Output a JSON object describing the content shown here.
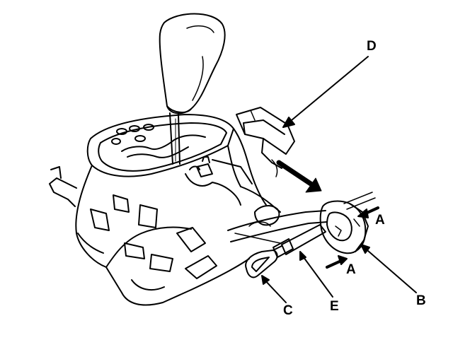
{
  "labels": {
    "d": "D",
    "a_upper": "A",
    "a_lower": "A",
    "b": "B",
    "c": "C",
    "e": "E"
  },
  "colors": {
    "line": "#000000",
    "background": "#ffffff"
  }
}
